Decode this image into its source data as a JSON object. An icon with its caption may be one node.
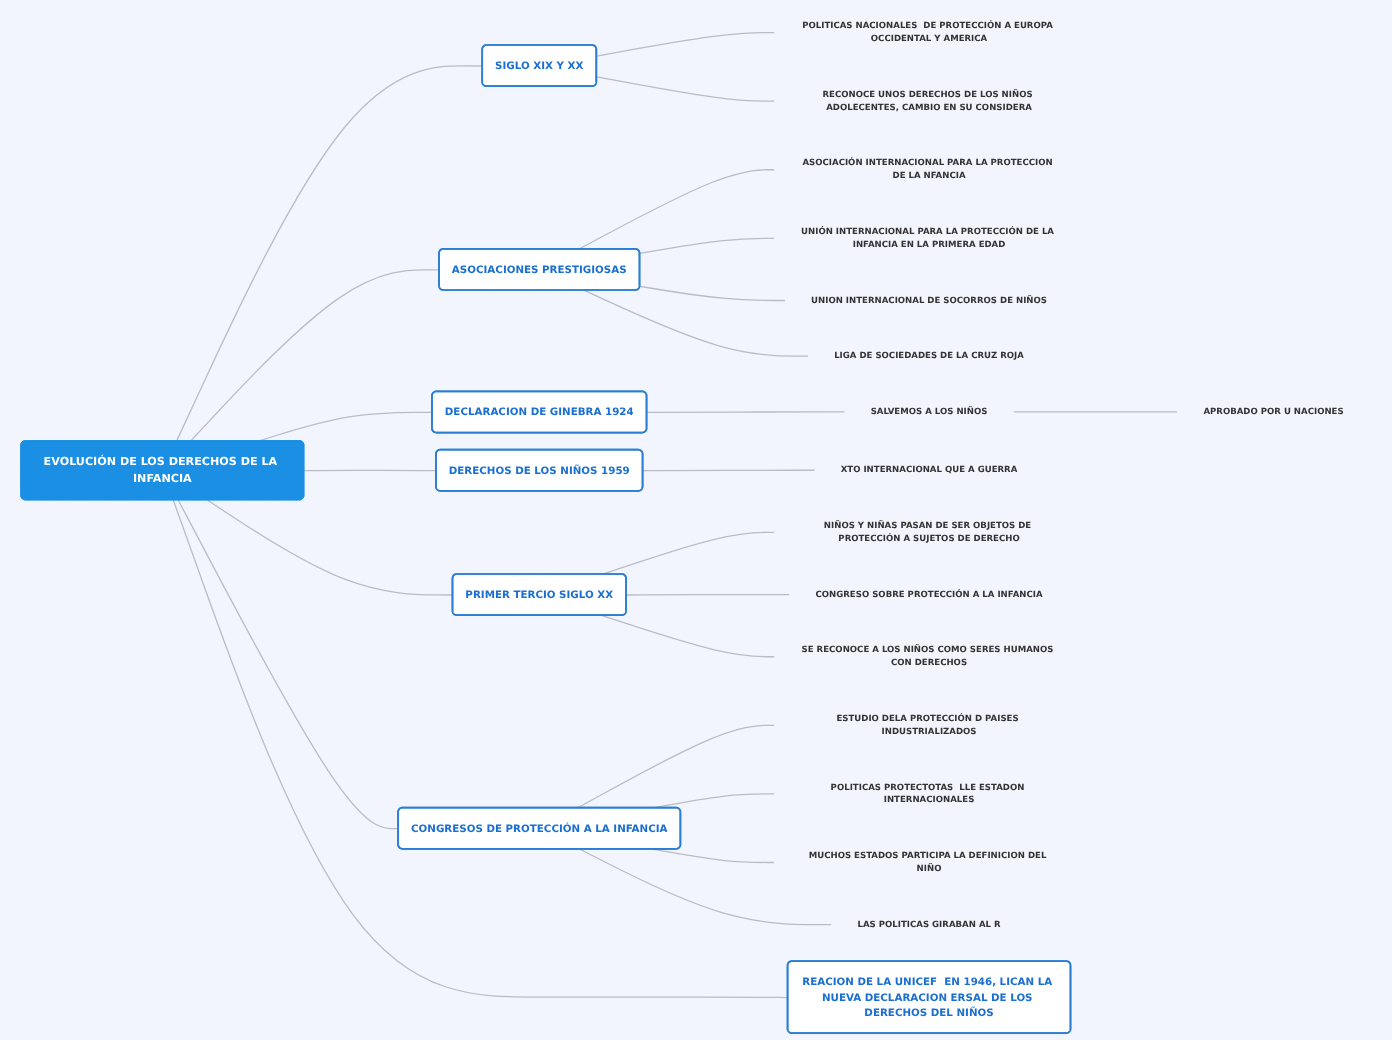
{
  "diagram": {
    "nodes": [
      {
        "text": [
          "EVOLUCIÓN DE LOS DERECHOS DE LA INFANCIA"
        ]
      },
      {
        "text": [
          "SIGLO XIX Y XX"
        ]
      },
      {
        "text": [
          "POLITICAS NACIONALES  DE PROTECCIÓN A EUROPA OCCIDENTAL Y AMERICA"
        ]
      },
      {
        "text": [
          "RECONOCE UNOS DERECHOS DE LOS NIÑOS ADOLECENTES, CAMBIO EN SU CONSIDERA"
        ]
      },
      {
        "text": [
          "ASOCIACIONES PRESTIGIOSAS"
        ]
      },
      {
        "text": [
          "ASOCIACIÓN INTERNACIONAL PARA LA PROTECCION DE LA NFANCIA"
        ]
      },
      {
        "text": [
          "UNIÓN INTERNACIONAL PARA LA PROTECCIÓN DE LA INFANCIA EN LA PRIMERA EDAD"
        ]
      },
      {
        "text": [
          "UNION INTERNACIONAL DE SOCORROS DE NIÑOS"
        ]
      },
      {
        "text": [
          "LIGA DE SOCIEDADES  DE LA CRUZ ROJA"
        ]
      },
      {
        "text": [
          "DECLARACION DE GINEBRA 1924"
        ]
      },
      {
        "text": [
          "SALVEMOS A LOS NIÑOS"
        ]
      },
      {
        "text": [
          "APROBADO POR U NACIONES"
        ]
      },
      {
        "text": [
          "DERECHOS DE LOS NIÑOS 1959"
        ]
      },
      {
        "text": [
          "XTO INTERNACIONAL QUE A GUERRA"
        ]
      },
      {
        "text": [
          "REACION DE LA UNICEF  EN 1946, LICAN LA NUEVA DECLARACION ERSAL DE LOS DERECHOS DEL NIÑOS"
        ]
      },
      {
        "text": [
          "PRIMER TERCIO SIGLO XX"
        ]
      },
      {
        "text": [
          "NIÑOS Y NIÑAS PASAN DE SER OBJETOS DE PROTECCIÓN A SUJETOS DE DERECHO"
        ]
      },
      {
        "text": [
          "CONGRESO SOBRE PROTECCIÓN A LA INFANCIA"
        ]
      },
      {
        "text": [
          "SE RECONOCE A LOS NIÑOS COMO SERES HUMANOS CON DERECHOS"
        ]
      },
      {
        "text": [
          "CONGRESOS DE PROTECCIÓN A LA INFANCIA"
        ]
      },
      {
        "text": [
          "ESTUDIO DELA PROTECCIÓN D PAISES INDUSTRIALIZADOS"
        ]
      },
      {
        "text": [
          "POLITICAS PROTECTOTAS  LLE ESTADON INTERNACIONALES"
        ]
      },
      {
        "text": [
          "MUCHOS ESTADOS PARTICIPA LA DEFINICION DEL NIÑO"
        ]
      },
      {
        "text": [
          "LAS POLITICAS GIRABAN AL R"
        ]
      }
    ],
    "edges": [
      {
        "from": 0,
        "to": 1,
        "arrow": "none"
      },
      {
        "from": 1,
        "to": 2,
        "arrow": "none"
      },
      {
        "from": 1,
        "to": 3,
        "arrow": "none"
      },
      {
        "from": 0,
        "to": 4,
        "arrow": "none"
      },
      {
        "from": 4,
        "to": 5,
        "arrow": "none"
      },
      {
        "from": 4,
        "to": 6,
        "arrow": "none"
      },
      {
        "from": 4,
        "to": 7,
        "arrow": "none"
      },
      {
        "from": 4,
        "to": 8,
        "arrow": "none"
      },
      {
        "from": 0,
        "to": 9,
        "arrow": "none"
      },
      {
        "from": 9,
        "to": 10,
        "arrow": "none"
      },
      {
        "from": 10,
        "to": 11,
        "arrow": "none"
      },
      {
        "from": 0,
        "to": 12,
        "arrow": "none"
      },
      {
        "from": 12,
        "to": 13,
        "arrow": "none"
      },
      {
        "from": 0,
        "to": 14,
        "arrow": "none"
      },
      {
        "from": 0,
        "to": 15,
        "arrow": "none"
      },
      {
        "from": 15,
        "to": 16,
        "arrow": "none"
      },
      {
        "from": 15,
        "to": 17,
        "arrow": "none"
      },
      {
        "from": 15,
        "to": 18,
        "arrow": "none"
      },
      {
        "from": 0,
        "to": 19,
        "arrow": "none"
      },
      {
        "from": 19,
        "to": 20,
        "arrow": "none"
      },
      {
        "from": 19,
        "to": 21,
        "arrow": "none"
      },
      {
        "from": 19,
        "to": 22,
        "arrow": "none"
      },
      {
        "from": 19,
        "to": 23,
        "arrow": "none"
      }
    ]
  }
}
